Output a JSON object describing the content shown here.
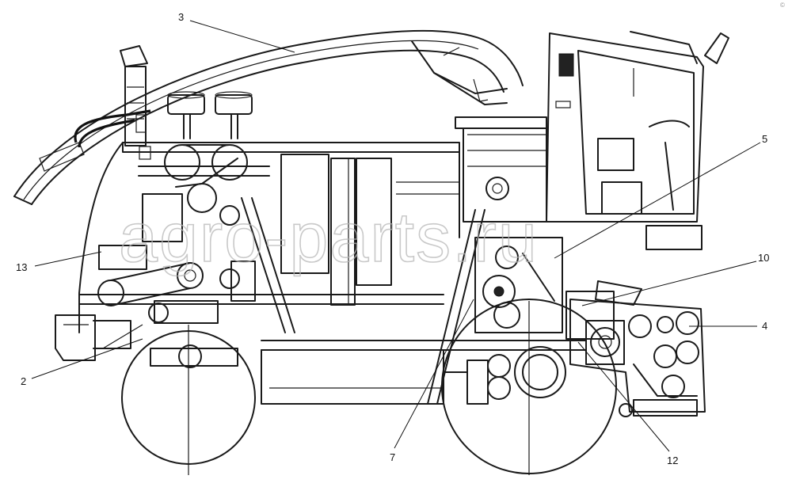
{
  "diagram": {
    "callouts": [
      {
        "id": "3",
        "label": "3"
      },
      {
        "id": "5",
        "label": "5"
      },
      {
        "id": "10",
        "label": "10"
      },
      {
        "id": "4",
        "label": "4"
      },
      {
        "id": "13",
        "label": "13"
      },
      {
        "id": "2",
        "label": "2"
      },
      {
        "id": "7",
        "label": "7"
      },
      {
        "id": "12",
        "label": "12"
      }
    ],
    "watermark": "agro-parts.ru",
    "corner_mark": "©"
  }
}
